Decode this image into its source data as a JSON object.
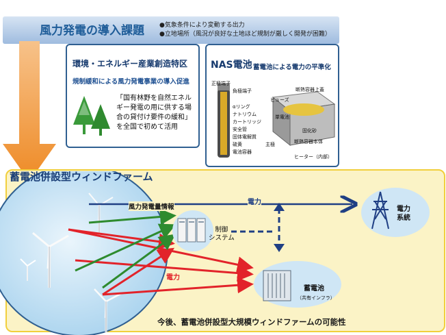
{
  "banner": {
    "title": "風力発電の導入課題",
    "notes": [
      "●気象条件により変動する出力",
      "●立地場所（風況が良好な土地ほど規制が厳しく開発が困難）"
    ]
  },
  "special_zone": {
    "title": "環境・エネルギー産業創造特区",
    "subtitle": "規制緩和による風力発電事業の導入促進",
    "quote_lines": [
      "「国有林野を自然エネル",
      "ギー発電の用に供する場",
      "合の貸付け要件の緩和」",
      "を全国で初めて活用"
    ]
  },
  "nas": {
    "title": "NAS電池",
    "subtitle": "蓄電池による電力の平準化",
    "cell_labels": [
      "正極端子",
      "負極端子",
      "αリング",
      "ナトリウム",
      "カートリッジ",
      "安全管",
      "固体電解質",
      "硫黄",
      "電池容器"
    ],
    "module_labels": [
      "ヒューズ",
      "断熱容器上蓋",
      "単電池",
      "固化砂",
      "主極",
      "断熱容器本体",
      "ヒーター（内部）"
    ]
  },
  "farm": {
    "title": "蓄電池併設型ウィンドファーム",
    "info_label": "風力発電量情報",
    "power_label_top": "電力",
    "power_label_mid": "電力",
    "control_label": [
      "制御",
      "システム"
    ],
    "battery_label": "蓄電池",
    "battery_sub": "（共有インフラ）",
    "grid_label": [
      "電力",
      "系統"
    ],
    "footer": "今後、蓄電池併設型大規模ウィンドファームの可能性"
  },
  "colors": {
    "navy": "#1f3f84",
    "green": "#2e8b2e",
    "red": "#e2232a",
    "orange": "#f0922a",
    "zone_fill": "#fbf3c6",
    "circle_fill": "#cfe6f5"
  }
}
